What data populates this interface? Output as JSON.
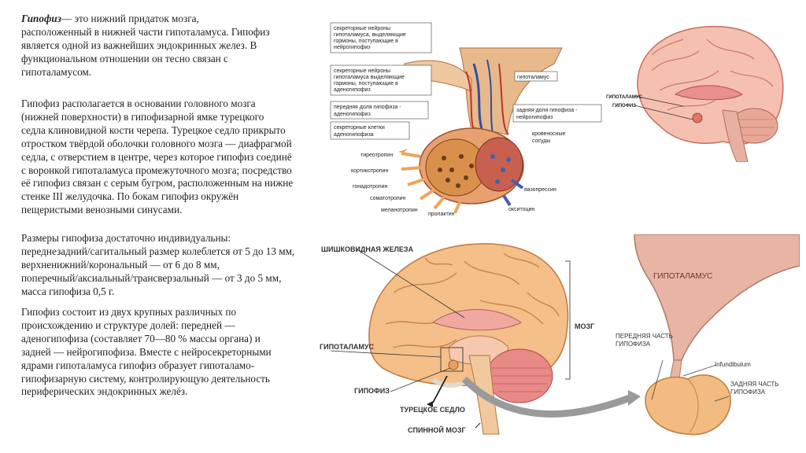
{
  "text": {
    "p1_bold": "Гипофиз",
    "p1_rest": "— это нижний придаток мозга,\nрасположенный в нижней части гипоталамуса. Гипофиз\nявляется одной из важнейших эндокринных желез. В\nфункциональном отношении он тесно связан с\nгипоталамусом.",
    "p2": "Гипофиз располагается в основании головного мозга\n(нижней поверхности) в гипофизарной ямке турецкого\nседла клиновидной кости черепа. Турецкое седло прикрыто\nотростком твёрдой оболочки головного мозга — диафрагмой\nседла, с отверстием в центре, через которое гипофиз соединё\nс воронкой гипоталамуса промежуточного мозга; посредство\nеё гипофиз связан с серым бугром, расположенным на нижне\nстенке III желудочка. По бокам гипофиз окружён\nпещеристыми венозными синусами.",
    "p3": "Размеры гипофиза достаточно индивидуальны:\nпереднезадний/сагитальный размер колеблется от 5 до 13 мм,\nверхненижний/корональный — от 6 до 8 мм,\nпоперечный/аксиальный/трансверзальный — от 3 до 5 мм,\nмасса гипофиза 0,5 г.",
    "p4": "Гипофиз состоит из двух крупных различных по\nпроисхождению и структуре долей: передней —\nаденогипофиза (составляет 70—80 % массы органа) и\nзадней — нейрогипофиза. Вместе с нейросекреторными\nядрами гипоталамуса гипофиз образует гипоталамо-\nгипофизарную систему, контролирующую деятельность\nпериферических эндокринных желёз."
  },
  "fig1": {
    "box1": [
      "секреторные нейроны",
      "гипоталамуса, выделяющие",
      "гормоны, поступающие в",
      "нейрогипофиз"
    ],
    "box2": [
      "секреторные нейроны",
      "гипоталамуса выделяющие",
      "гормоны, поступающие в",
      "аденогипофиз"
    ],
    "box3": [
      "передняя доля гипофиза -",
      "аденогипофиз"
    ],
    "box4": [
      "секреторные клетки",
      "аденогипофиза"
    ],
    "hypothalamus": "гипоталамус",
    "box5": [
      "задняя доля гипофиза -",
      "нейрогипофиз"
    ],
    "vessels": [
      "кровеносные",
      "сосуды"
    ],
    "hormones_left": [
      "тиреотропин",
      "кортикотропин",
      "гонадотропин",
      "соматотропин",
      "меланотропин",
      "пролактин"
    ],
    "hormones_right": [
      "вазопрессин",
      "окситоцин"
    ]
  },
  "fig2": {
    "label1": "ГИПОТАЛАМУС",
    "label2": "ГИПОФИЗ"
  },
  "fig3": {
    "pineal": "ШИШКОВИДНАЯ ЖЕЛЕЗА",
    "brain": "МОЗГ",
    "hypothalamus": "ГИПОТАЛАМУС",
    "pituitary": "ГИПОФИЗ",
    "sella": "ТУРЕЦКОЕ СЕДЛО",
    "spinal": "СПИННОЙ МОЗГ"
  },
  "fig4": {
    "hypothalamus": "ГИПОТАЛАМУС",
    "anterior": [
      "ПЕРЕДНЯЯ ЧАСТЬ",
      "ГИПОФИЗА"
    ],
    "infundibulum": "Infundibulum",
    "posterior": [
      "ЗАДНЯЯ ЧАСТЬ",
      "ГИПОФИЗА"
    ]
  }
}
